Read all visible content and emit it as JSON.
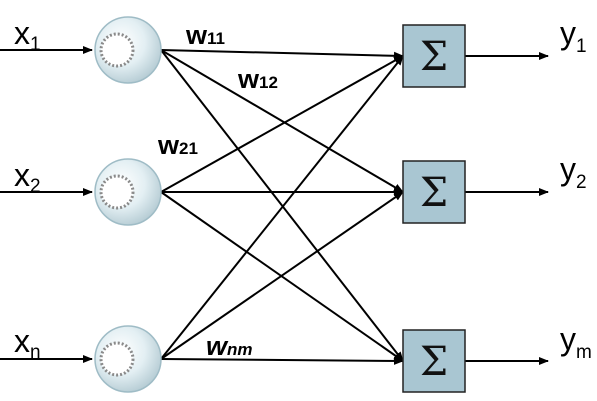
{
  "inputs": [
    {
      "symbol": "x",
      "sub": "1"
    },
    {
      "symbol": "x",
      "sub": "2"
    },
    {
      "symbol": "x",
      "sub": "n"
    }
  ],
  "outputs": [
    {
      "symbol": "y",
      "sub": "1"
    },
    {
      "symbol": "y",
      "sub": "2"
    },
    {
      "symbol": "y",
      "sub": "m"
    }
  ],
  "weights": [
    {
      "symbol": "w",
      "sub": "11"
    },
    {
      "symbol": "w",
      "sub": "12"
    },
    {
      "symbol": "w",
      "sub": "21"
    },
    {
      "symbol": "w",
      "sub": "nm"
    }
  ],
  "sum_symbol": "Σ",
  "colors": {
    "neuron_fill": "#cfe3ea",
    "neuron_stroke": "#9fbcc6",
    "sum_fill": "#a9c6d2",
    "sum_stroke": "#222222",
    "line": "#000000"
  },
  "icons": {
    "neuron": "neuron-circle-icon",
    "summation": "sigma-icon"
  }
}
